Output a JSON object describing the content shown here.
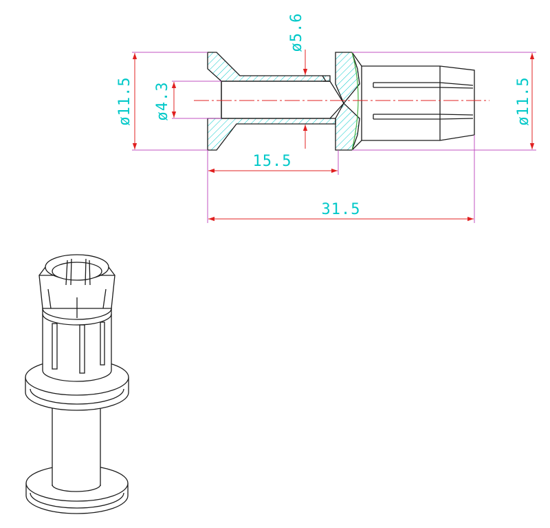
{
  "colors": {
    "outline": "#1a1a1a",
    "section_hatch": "#00c8c8",
    "dimension_line": "#c050c0",
    "arrow": "#e02020",
    "center_line": "#e02020",
    "dimension_text": "#00c8c8",
    "background": "#ffffff"
  },
  "dimensions": {
    "left_outer_diameter": "ø11.5",
    "inner_bore_diameter": "ø4.3",
    "neck_diameter": "ø5.6",
    "right_outer_diameter": "ø11.5",
    "head_length": "15.5",
    "overall_length": "31.5"
  }
}
